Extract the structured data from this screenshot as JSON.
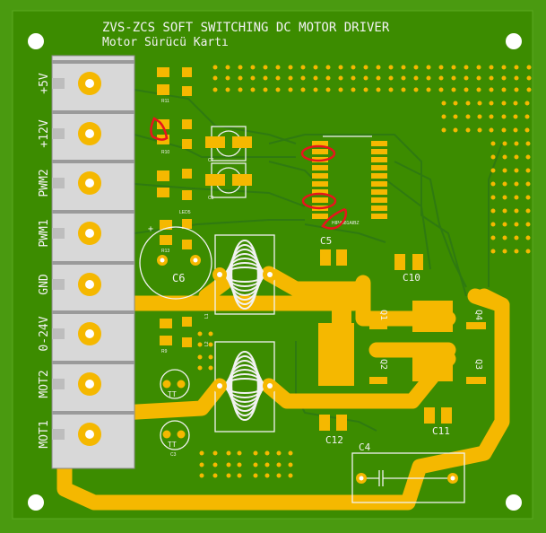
{
  "title": "ZVS-ZCS SOFT SWITCHING DC MOTOR DRIVER",
  "subtitle": "Motor Sürücü Kartı",
  "connector_labels": [
    "+5V",
    "+12V",
    "PWM2",
    "PWM1",
    "GND",
    "0-24V",
    "MOT2",
    "MOT1"
  ],
  "components": {
    "c6": "C6",
    "c5": "C5",
    "c10": "C10",
    "c11": "C11",
    "c12": "C12",
    "c4": "C4",
    "q1": "Q1",
    "q2": "Q2",
    "q3": "Q3",
    "q4": "Q4",
    "r11": "R11",
    "r10": "R10",
    "r13": "R13",
    "r9": "R9",
    "led5": "LED5",
    "l1": "L1",
    "l2": "L2",
    "ic": "HIP4081AIBZ",
    "c7": "C7",
    "c8": "C8",
    "c3": "C3",
    "tt": "TT"
  },
  "colors": {
    "board": "#3c8c00",
    "copper": "#f5b800",
    "silk": "#f2f2f2",
    "annotation": "#e8141c"
  }
}
